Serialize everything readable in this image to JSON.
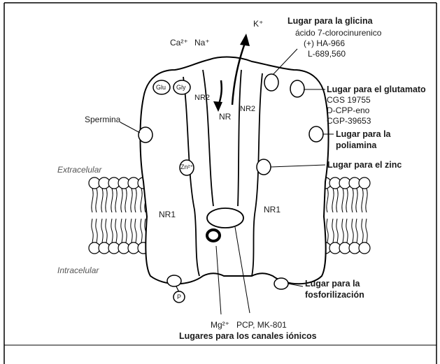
{
  "ions": {
    "ca": "Ca²⁺",
    "na": "Na⁺",
    "k": "K⁺",
    "mg": "Mg²⁺",
    "zn": "Zn²⁺"
  },
  "subunits": {
    "nr": "NR",
    "nr2_left": "NR2",
    "nr2_right": "NR2",
    "nr1_left": "NR1",
    "nr1_right": "NR1"
  },
  "small_sites": {
    "glu": "Glu",
    "gly": "Gly",
    "p": "P"
  },
  "labels": {
    "glycine_site": "Lugar para la glicina",
    "glycine_ligands": [
      "ácido 7-clorocinurenico",
      "(+) HA-966",
      "L-689,560"
    ],
    "glutamate_site": "Lugar para el glutamato",
    "glutamate_ligands": [
      "CGS 19755",
      "D-CPP-eno",
      "CGP-39653"
    ],
    "polyamine_site_1": "Lugar para la",
    "polyamine_site_2": "poliamina",
    "zinc_site": "Lugar para el zinc",
    "phospho_site_1": "Lugar para la",
    "phospho_site_2": "fosforilización",
    "spermine": "Spermina",
    "extracellular": "Extracelular",
    "intracellular": "Intracelular",
    "pcp": "PCP, MK-801",
    "channel_sites": "Lugares para los canales iónicos"
  }
}
